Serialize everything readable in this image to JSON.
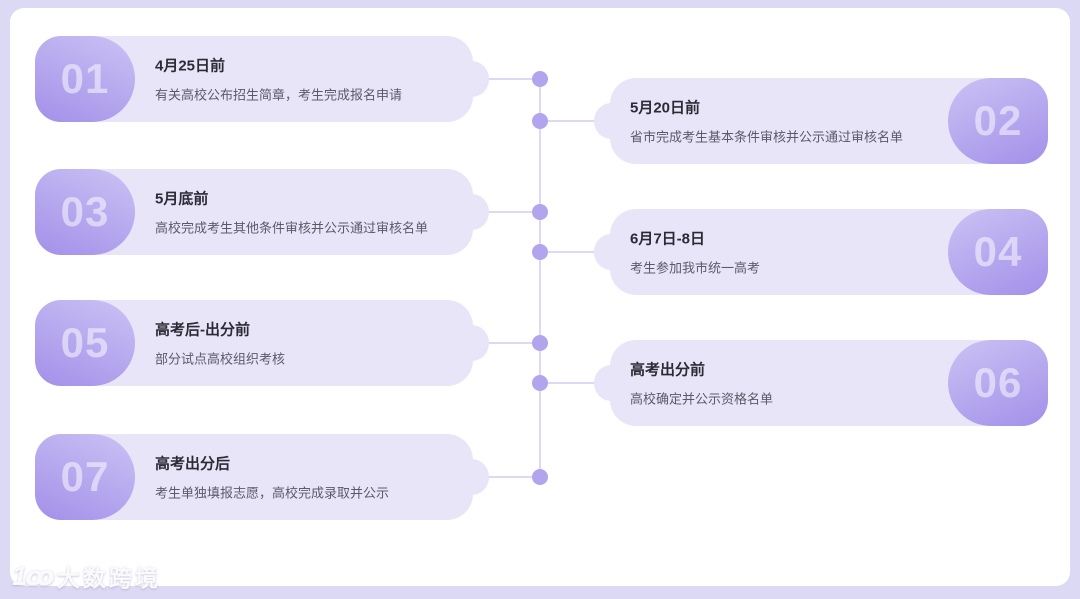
{
  "colors": {
    "page_background": "#dcd9f4",
    "panel_background": "#ffffff",
    "card_background": "#e8e5f9",
    "badge_gradient_from": "#cbc2f4",
    "badge_gradient_to": "#a390e9",
    "number_text": "rgba(255,255,255,0.52)",
    "title_text": "#2b2b35",
    "desc_text": "#5a5a66",
    "connector_line": "#dcd8f5",
    "connector_dot": "#b3a4ee"
  },
  "steps": [
    {
      "number": "01",
      "title": "4月25日前",
      "desc": "有关高校公布招生简章，考生完成报名申请",
      "side": "left"
    },
    {
      "number": "02",
      "title": "5月20日前",
      "desc": "省市完成考生基本条件审核并公示通过审核名单",
      "side": "right"
    },
    {
      "number": "03",
      "title": "5月底前",
      "desc": "高校完成考生其他条件审核并公示通过审核名单",
      "side": "left"
    },
    {
      "number": "04",
      "title": "6月7日-8日",
      "desc": "考生参加我市统一高考",
      "side": "right"
    },
    {
      "number": "05",
      "title": "高考后-出分前",
      "desc": "部分试点高校组织考核",
      "side": "left"
    },
    {
      "number": "06",
      "title": "高考出分前",
      "desc": "高校确定并公示资格名单",
      "side": "right"
    },
    {
      "number": "07",
      "title": "高考出分后",
      "desc": "考生单独填报志愿，高校完成录取并公示",
      "side": "left"
    }
  ],
  "watermark": {
    "logo": "1ꝏ",
    "text": "大数跨境"
  }
}
